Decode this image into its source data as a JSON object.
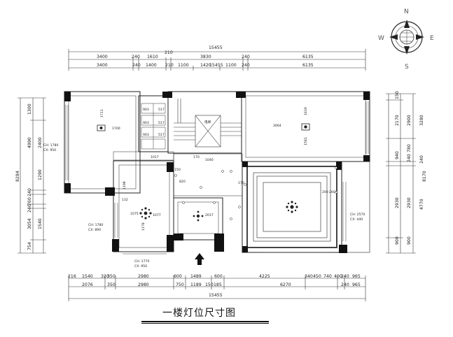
{
  "title": "一楼灯位尺寸图",
  "compass": {
    "n": "N",
    "s": "S",
    "e": "E",
    "w": "W"
  },
  "top_dims": {
    "total": "15455",
    "row1": [
      "3400",
      "240",
      "1610",
      "210",
      "3830",
      "240",
      "6135"
    ],
    "row2": [
      "3400",
      "240",
      "1400",
      "210",
      "1100",
      "1420",
      "15455",
      "1100",
      "240",
      "6135"
    ]
  },
  "bottom_dims": {
    "row1": [
      "216",
      "1540",
      "320",
      "350",
      "2980",
      "600",
      "1489",
      "600",
      "4225",
      "340",
      "450",
      "740",
      "400",
      "240",
      "965"
    ],
    "row2": [
      "2076",
      "350",
      "2980",
      "750",
      "1189",
      "150",
      "185",
      "6270",
      "240",
      "965"
    ],
    "total": "15455"
  },
  "left_dims": {
    "total": "8284",
    "col_outer": [
      "1300",
      "4990",
      "240",
      "760",
      "240",
      "3054",
      "754"
    ],
    "col_inner": [
      "2400",
      "1290",
      "1540"
    ]
  },
  "right_dims": {
    "total": "8170",
    "col_a": [
      "150",
      "2170",
      "940",
      "2930",
      "900"
    ],
    "col_b": [
      "2900",
      "780",
      "240",
      "2930",
      "900"
    ],
    "col_c": [
      "3280",
      "240",
      "4770"
    ]
  },
  "rooms": {
    "top_left": {
      "ch": "CH: 1780",
      "cx": "CX: 950",
      "w": "1700",
      "h": "1711"
    },
    "top_right": {
      "w": "3064",
      "h": "1619",
      "h2": "1581"
    },
    "mid_left": {
      "ch": "CH: 1780",
      "cx": "CX: 890",
      "a": "1075",
      "b": "1077",
      "c": "1178",
      "d": "1198",
      "e": "132"
    },
    "bottom_left": {
      "ch": "CH: 1770",
      "cx": "CX: 950"
    },
    "center": {
      "a": "2017",
      "b": "1017",
      "c": "820",
      "d": "1040",
      "e": "150",
      "f": "170",
      "g": "170"
    },
    "right_big": {
      "ch": "CH: 2570",
      "cx": "CX: 440",
      "a": "200",
      "b": "260"
    },
    "stair": {
      "label": "电梯"
    },
    "storage": [
      "903",
      "517",
      "903",
      "517",
      "903",
      "517"
    ]
  }
}
